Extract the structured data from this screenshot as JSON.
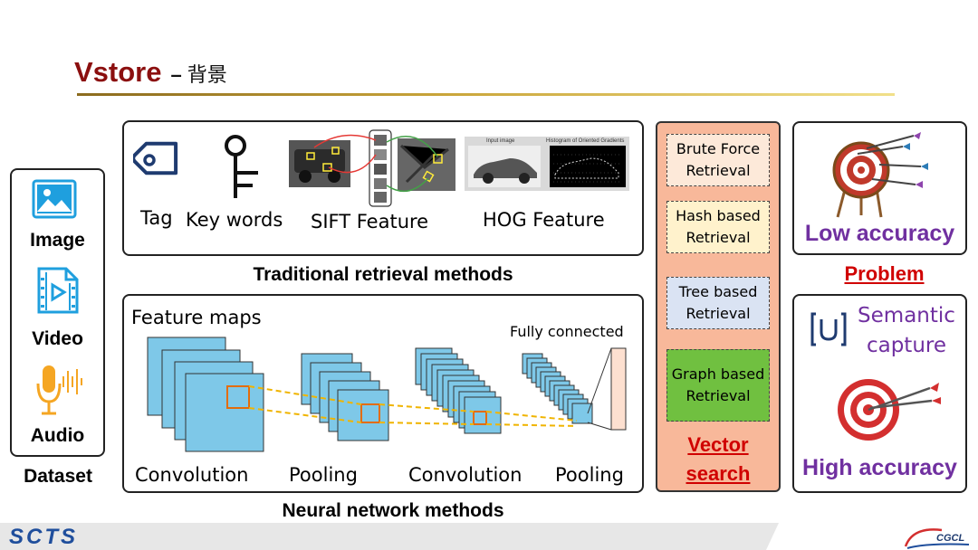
{
  "header": {
    "title": "Vstore",
    "separator": "–",
    "subtitle": "背景"
  },
  "dataset": {
    "items": [
      "Image",
      "Video",
      "Audio"
    ],
    "label": "Dataset"
  },
  "traditional": {
    "features": [
      "Tag",
      "Key words",
      "SIFT Feature",
      "HOG Feature"
    ],
    "hog_captions": [
      "Input image",
      "Histogram of Oriented Gradients"
    ],
    "caption": "Traditional retrieval methods"
  },
  "neural": {
    "feature_maps": "Feature maps",
    "fully_connected": "Fully connected",
    "stages": [
      "Convolution",
      "Pooling",
      "Convolution",
      "Pooling"
    ],
    "caption": "Neural network methods"
  },
  "vector_search": {
    "methods": [
      {
        "label": "Brute Force Retrieval",
        "color": "#fde9d9"
      },
      {
        "label": "Hash based Retrieval",
        "color": "#fff2cc"
      },
      {
        "label": "Tree based Retrieval",
        "color": "#dae3f3"
      },
      {
        "label": "Graph based Retrieval",
        "color": "#70c040"
      }
    ],
    "label_line1": "Vector",
    "label_line2": "search",
    "panel_color": "#f8b89a"
  },
  "problem": {
    "accuracy": "Low accuracy",
    "label": "Problem"
  },
  "solution": {
    "semantic_line1": "Semantic",
    "semantic_line2": "capture",
    "accuracy": "High accuracy"
  },
  "footer": {
    "left_logo": "SCTS",
    "right_logo": "CGCL"
  },
  "colors": {
    "title": "#8b0f0f",
    "accent_red": "#d00000",
    "purple": "#7030a0",
    "icon_blue": "#1f9fde",
    "feature_map_blue": "#7ec8e8"
  }
}
